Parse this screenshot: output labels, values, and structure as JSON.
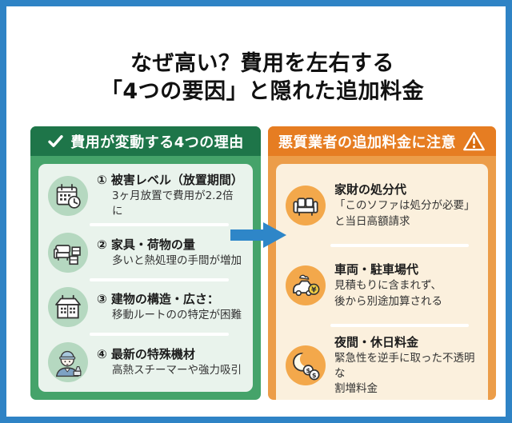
{
  "title": {
    "line1": "なぜ高い？費用を左右する",
    "line2": "「4つの要因」と隠れた追加料金"
  },
  "left_panel": {
    "header": "費用が変動する4つの理由",
    "header_icon": "check-icon",
    "items": [
      {
        "icon": "calendar-clock-icon",
        "title": "① 被害レベル（放置期間）",
        "desc": "3ヶ月放置で費用が2.2倍に"
      },
      {
        "icon": "sofa-boxes-icon",
        "title": "② 家具・荷物の量",
        "desc": "多いと熱処理の手間が増加"
      },
      {
        "icon": "building-icon",
        "title": "③ 建物の構造・広さ：",
        "desc": "移動ルートのの特定が困難"
      },
      {
        "icon": "worker-icon",
        "title": "④ 最新の特殊機材",
        "desc": "高熱スチーマーや強力吸引"
      }
    ]
  },
  "right_panel": {
    "header": "悪質業者の追加料金に注意",
    "header_icon": "warning-icon",
    "items": [
      {
        "icon": "sofa-icon",
        "title": "家財の処分代",
        "desc": "「このソファは処分が必要」\nと当日高額請求"
      },
      {
        "icon": "car-coin-icon",
        "title": "車両・駐車場代",
        "desc": "見積もりに含まれず、\n後から別途加算される"
      },
      {
        "icon": "moon-coins-icon",
        "title": "夜間・休日料金",
        "desc": "緊急性を逆手に取った不透明な\n割増料金"
      }
    ]
  },
  "colors": {
    "frame_border": "#2f83c5",
    "arrow_blue": "#2e86c8",
    "green_header": "#1e7549",
    "green_body": "#45a36a",
    "green_card": "#e9f3ec",
    "green_circle": "#b5d8c0",
    "orange_header": "#e67d22",
    "orange_body": "#ec9d49",
    "orange_card": "#fbf0dd",
    "orange_circle": "#f3a84b",
    "coin_yellow": "#f6d243",
    "title_text": "#111111"
  }
}
